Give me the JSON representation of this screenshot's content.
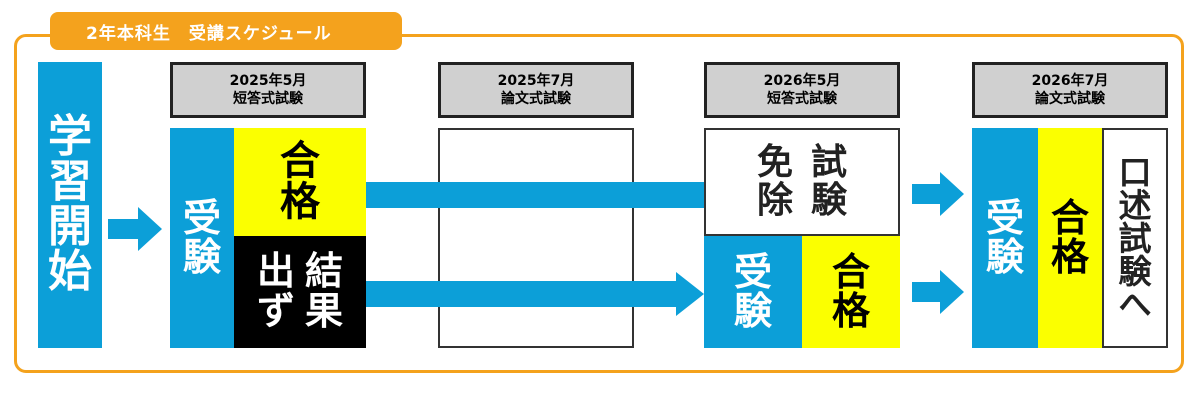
{
  "title": "2年本科生　受講スケジュール",
  "start": [
    "学",
    "習",
    "開",
    "始"
  ],
  "stages": [
    {
      "year": "2025年5月",
      "type": "短答式試験"
    },
    {
      "year": "2025年7月",
      "type": "論文式試験"
    },
    {
      "year": "2026年5月",
      "type": "短答式試験"
    },
    {
      "year": "2026年7月",
      "type": "論文式試験"
    }
  ],
  "juken": [
    "受",
    "験"
  ],
  "goukaku": [
    "合",
    "格"
  ],
  "kekka": {
    "col1": [
      "結",
      "果"
    ],
    "col2": [
      "出",
      "ず"
    ]
  },
  "menjo": {
    "col1": [
      "試",
      "験"
    ],
    "col2": [
      "免",
      "除"
    ]
  },
  "koujutsu": [
    "口",
    "述",
    "試",
    "験",
    "へ"
  ],
  "colors": {
    "orange": "#f4a21d",
    "blue": "#0c9fd8",
    "yellow": "#fbff00"
  }
}
